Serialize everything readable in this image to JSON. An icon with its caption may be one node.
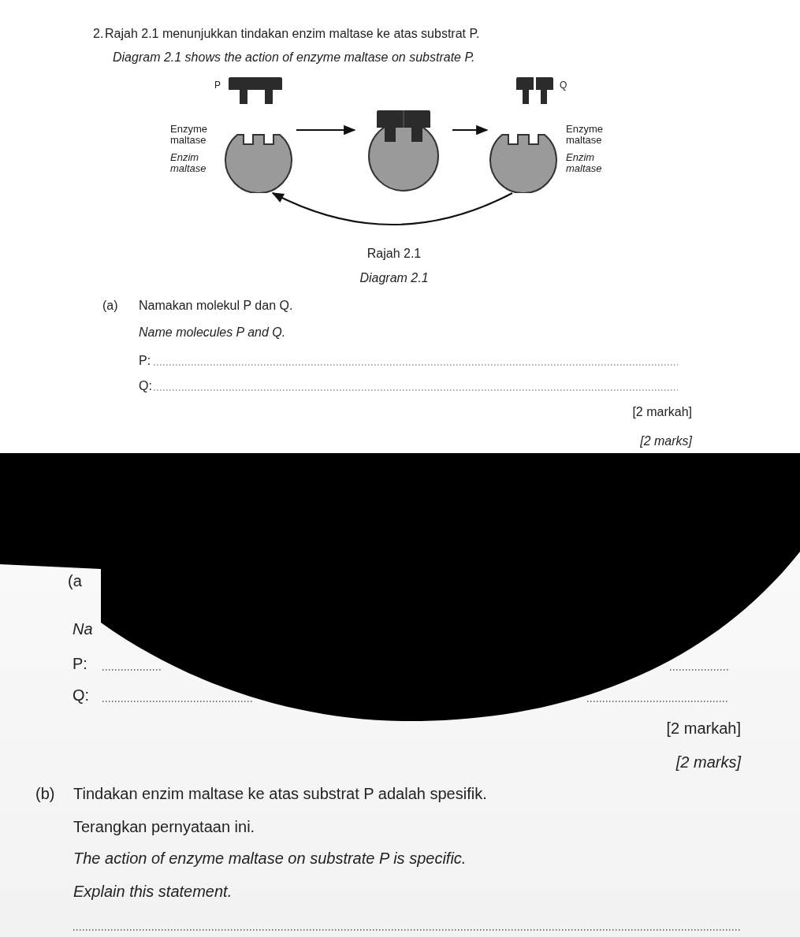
{
  "diagram": {
    "nodes": [
      {
        "text": [],
        "shape": "box",
        "beside": [
          "P"
        ]
      },
      {
        "text": [],
        "shape": "circle",
        "beside": [
          "Enzyme maltase",
          "Enzim maltase"
        ]
      },
      {
        "text": [],
        "shape": "circle"
      },
      {
        "text": [],
        "shape": "box",
        "beside": [
          "Q"
        ]
      },
      {
        "text": [],
        "shape": "circle",
        "beside": [
          "Enzyme maltase",
          "Enzim maltase"
        ]
      }
    ],
    "edges": [
      {
        "from": 1,
        "to": 2,
        "arrow": "to"
      },
      {
        "from": 2,
        "to": 4,
        "arrow": "to"
      },
      {
        "from": 4,
        "to": 1,
        "arrow": "to"
      }
    ],
    "labels": [
      "2.",
      "Rajah 2.1 menunjukkan tindakan enzim maltase ke atas substrat P.",
      "Diagram 2.1 shows the action of enzyme maltase on substrate P.",
      "Rajah 2.1",
      "Diagram 2.1",
      "(a)",
      "Namakan molekul P dan Q.",
      "Name molecules P and Q.",
      "P:",
      "Q:",
      "[2 markah]",
      "[2 marks]",
      "(a",
      "Na",
      "P:",
      "Q:",
      "[2 markah]",
      "[2 marks]",
      "(b)",
      "Tindakan enzim maltase ke atas substrat P adalah spesifik.",
      "Terangkan pernyataan ini.",
      "The action of enzyme maltase on substrate P is specific.",
      "Explain this statement."
    ]
  }
}
